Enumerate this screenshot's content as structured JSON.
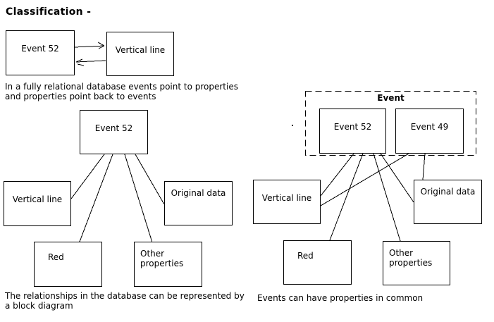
{
  "heading": "Classification -",
  "colors": {
    "line": "#000000",
    "background": "#ffffff",
    "text": "#000000"
  },
  "intro_diagram": {
    "event_box": "Event 52",
    "property_box": "Vertical line",
    "arrows": [
      "event-to-property",
      "property-to-event"
    ],
    "caption_line1": "In a fully relational database events point to properties",
    "caption_line2": "and properties point back to events"
  },
  "block_diagram": {
    "root": "Event 52",
    "vertical_line": "Vertical line",
    "original_data": "Original data",
    "red": "Red",
    "other_properties": "Other properties",
    "edges": [
      {
        "from": "Event 52",
        "to": "Vertical line"
      },
      {
        "from": "Event 52",
        "to": "Red"
      },
      {
        "from": "Event 52",
        "to": "Other properties"
      },
      {
        "from": "Event 52",
        "to": "Original data"
      }
    ],
    "caption_line1": "The relationships in the database can be represented by",
    "caption_line2": "a block diagram"
  },
  "common_diagram": {
    "group_label": "Event",
    "event52": "Event 52",
    "event49": "Event 49",
    "vertical_line": "Vertical line",
    "original_data": "Original data",
    "red": "Red",
    "other_properties": "Other properties",
    "edges": [
      {
        "from": "Event 52",
        "to": "Vertical line"
      },
      {
        "from": "Event 52",
        "to": "Red"
      },
      {
        "from": "Event 52",
        "to": "Other properties"
      },
      {
        "from": "Event 52",
        "to": "Original data"
      },
      {
        "from": "Event 49",
        "to": "Vertical line"
      },
      {
        "from": "Event 49",
        "to": "Original data"
      }
    ],
    "caption": "Events can have properties in common"
  }
}
